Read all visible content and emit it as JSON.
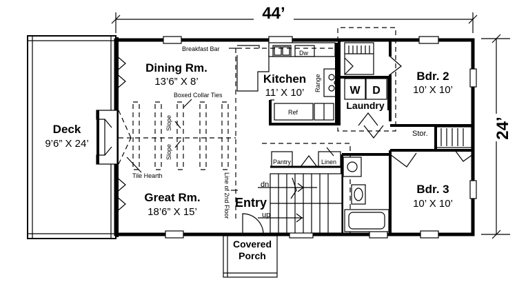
{
  "dimensions": {
    "width": "44’",
    "depth": "24’"
  },
  "rooms": {
    "dining": {
      "name": "Dining Rm.",
      "size": "13’6” X 8’"
    },
    "great": {
      "name": "Great Rm.",
      "size": "18’6” X 15’"
    },
    "kitchen": {
      "name": "Kitchen",
      "size": "11’ X 10’"
    },
    "bdr2": {
      "name": "Bdr. 2",
      "size": "10’ X 10’"
    },
    "bdr3": {
      "name": "Bdr. 3",
      "size": "10’ X 10’"
    },
    "deck": {
      "name": "Deck",
      "size": "9’6” X 24’"
    },
    "entry": {
      "name": "Entry"
    },
    "laundry": {
      "name": "Laundry"
    },
    "porch": {
      "line1": "Covered",
      "line2": "Porch"
    }
  },
  "labels": {
    "breakfast_bar": "Breakfast Bar",
    "boxed_collar_ties": "Boxed Collar Ties",
    "slope": "Slope",
    "tile_hearth": "Tile Hearth",
    "line_2nd_floor": "Line of 2nd Floor",
    "dw": "Dw",
    "range": "Range",
    "ref": "Ref",
    "washer": "W",
    "dryer": "D",
    "pantry": "Pantry",
    "linen": "Linen",
    "stor": "Stor.",
    "dn": "dn",
    "up": "up"
  }
}
